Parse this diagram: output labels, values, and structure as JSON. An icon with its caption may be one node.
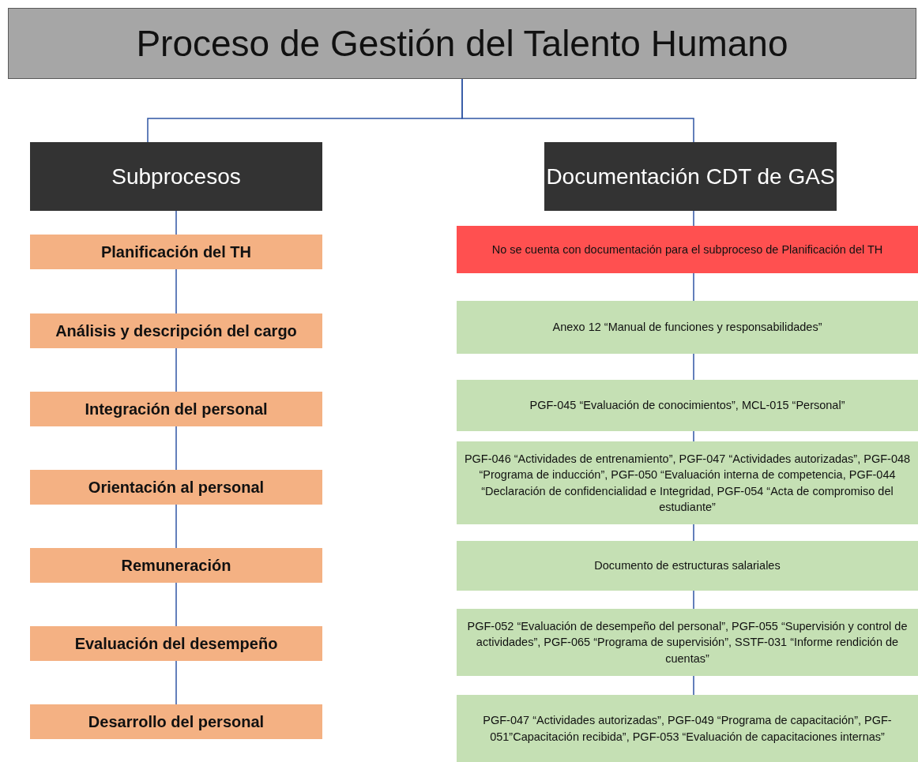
{
  "diagram": {
    "nodes": [
      {
        "text": [
          "Proceso de Gestión del Talento Humano"
        ]
      },
      {
        "text": [
          "Subprocesos"
        ]
      },
      {
        "text": [
          "Documentación CDT de GAS"
        ]
      },
      {
        "text": [
          "Planificación del TH"
        ]
      },
      {
        "text": [
          "Análisis y descripción del cargo"
        ]
      },
      {
        "text": [
          "Integración del personal"
        ]
      },
      {
        "text": [
          "Orientación al personal"
        ]
      },
      {
        "text": [
          "Remuneración"
        ]
      },
      {
        "text": [
          "Evaluación del desempeño"
        ]
      },
      {
        "text": [
          "Desarrollo del personal"
        ]
      },
      {
        "text": [
          "No se cuenta con documentación para el subproceso de Planificación del TH"
        ]
      },
      {
        "text": [
          "Anexo 12 “Manual de funciones y responsabilidades”"
        ]
      },
      {
        "text": [
          "PGF-045 “Evaluación de conocimientos”, MCL-015 “Personal”"
        ]
      },
      {
        "text": [
          "PGF-046 “Actividades de entrenamiento”, PGF-047 “Actividades autorizadas”, PGF-048 “Programa de inducción”, PGF-050 “Evaluación interna de competencia, PGF-044 “Declaración de confidencialidad e Integridad, PGF-054 “Acta de compromiso del estudiante”"
        ]
      },
      {
        "text": [
          "Documento de estructuras salariales"
        ]
      },
      {
        "text": [
          "PGF-052 “Evaluación de desempeño del personal”, PGF-055 “Supervisión y control de actividades”, PGF-065 “Programa de supervisión”, SSTF-031 “Informe rendición de cuentas”"
        ]
      },
      {
        "text": [
          "PGF-047 “Actividades autorizadas”, PGF-049 “Programa de capacitación”, PGF-051”Capacitación recibida”, PGF-053 “Evaluación de capacitaciones internas”"
        ]
      }
    ],
    "edges": [
      {
        "from": 0,
        "to": 1,
        "arrow": "none"
      },
      {
        "from": 0,
        "to": 2,
        "arrow": "none"
      },
      {
        "from": 1,
        "to": 3,
        "arrow": "none"
      },
      {
        "from": 3,
        "to": 4,
        "arrow": "none"
      },
      {
        "from": 4,
        "to": 5,
        "arrow": "none"
      },
      {
        "from": 5,
        "to": 6,
        "arrow": "none"
      },
      {
        "from": 6,
        "to": 7,
        "arrow": "none"
      },
      {
        "from": 7,
        "to": 8,
        "arrow": "none"
      },
      {
        "from": 8,
        "to": 9,
        "arrow": "none"
      },
      {
        "from": 2,
        "to": 10,
        "arrow": "none"
      },
      {
        "from": 10,
        "to": 11,
        "arrow": "none"
      },
      {
        "from": 11,
        "to": 12,
        "arrow": "none"
      },
      {
        "from": 12,
        "to": 13,
        "arrow": "none"
      },
      {
        "from": 13,
        "to": 14,
        "arrow": "none"
      },
      {
        "from": 14,
        "to": 15,
        "arrow": "none"
      },
      {
        "from": 15,
        "to": 16,
        "arrow": "none"
      }
    ]
  }
}
